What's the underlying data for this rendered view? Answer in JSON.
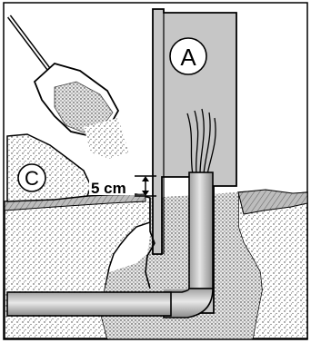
{
  "diagram": {
    "labels": {
      "a": "A",
      "c": "C",
      "depth": "5 cm"
    },
    "colors": {
      "ink": "#000000",
      "panel": "#c6c6c6",
      "panel_dark": "#a9a9a9",
      "pipe": "#d4d4d4",
      "soil": "#9a9a9a",
      "background": "#ffffff"
    }
  }
}
